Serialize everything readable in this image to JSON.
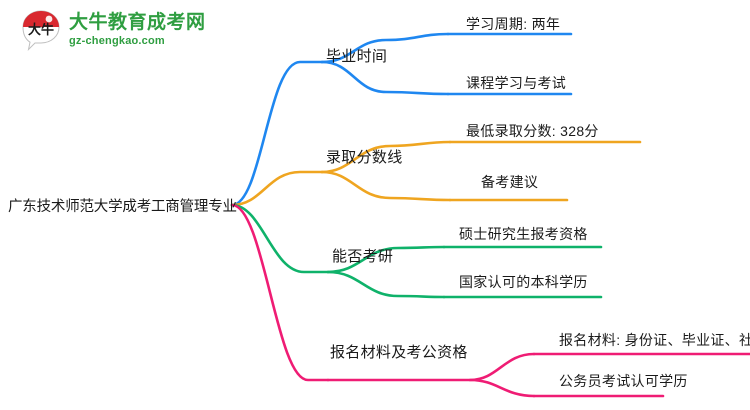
{
  "logo": {
    "icon_name": "daniu-speech-bubble-logo",
    "mark_text": "大牛",
    "title": "大牛教育成考网",
    "subtitle": "gz-chengkao.com",
    "brand_green": "#2f9e41",
    "brand_red": "#d9282f"
  },
  "mindmap": {
    "root": {
      "label": "广东技术师范大学成考工商管理专业"
    },
    "branches": [
      {
        "label": "毕业时间",
        "color": "#1f87f0",
        "children": [
          {
            "label": "学习周期: 两年"
          },
          {
            "label": "课程学习与考试"
          }
        ]
      },
      {
        "label": "录取分数线",
        "color": "#efa520",
        "children": [
          {
            "label": "最低录取分数: 328分"
          },
          {
            "label": "备考建议"
          }
        ]
      },
      {
        "label": "能否考研",
        "color": "#0fb26a",
        "children": [
          {
            "label": "硕士研究生报考资格"
          },
          {
            "label": "国家认可的本科学历"
          }
        ]
      },
      {
        "label": "报名材料及考公资格",
        "color": "#ef1c74",
        "children": [
          {
            "label": "报名材料: 身份证、毕业证、社保卡"
          },
          {
            "label": "公务员考试认可学历"
          }
        ]
      }
    ]
  }
}
